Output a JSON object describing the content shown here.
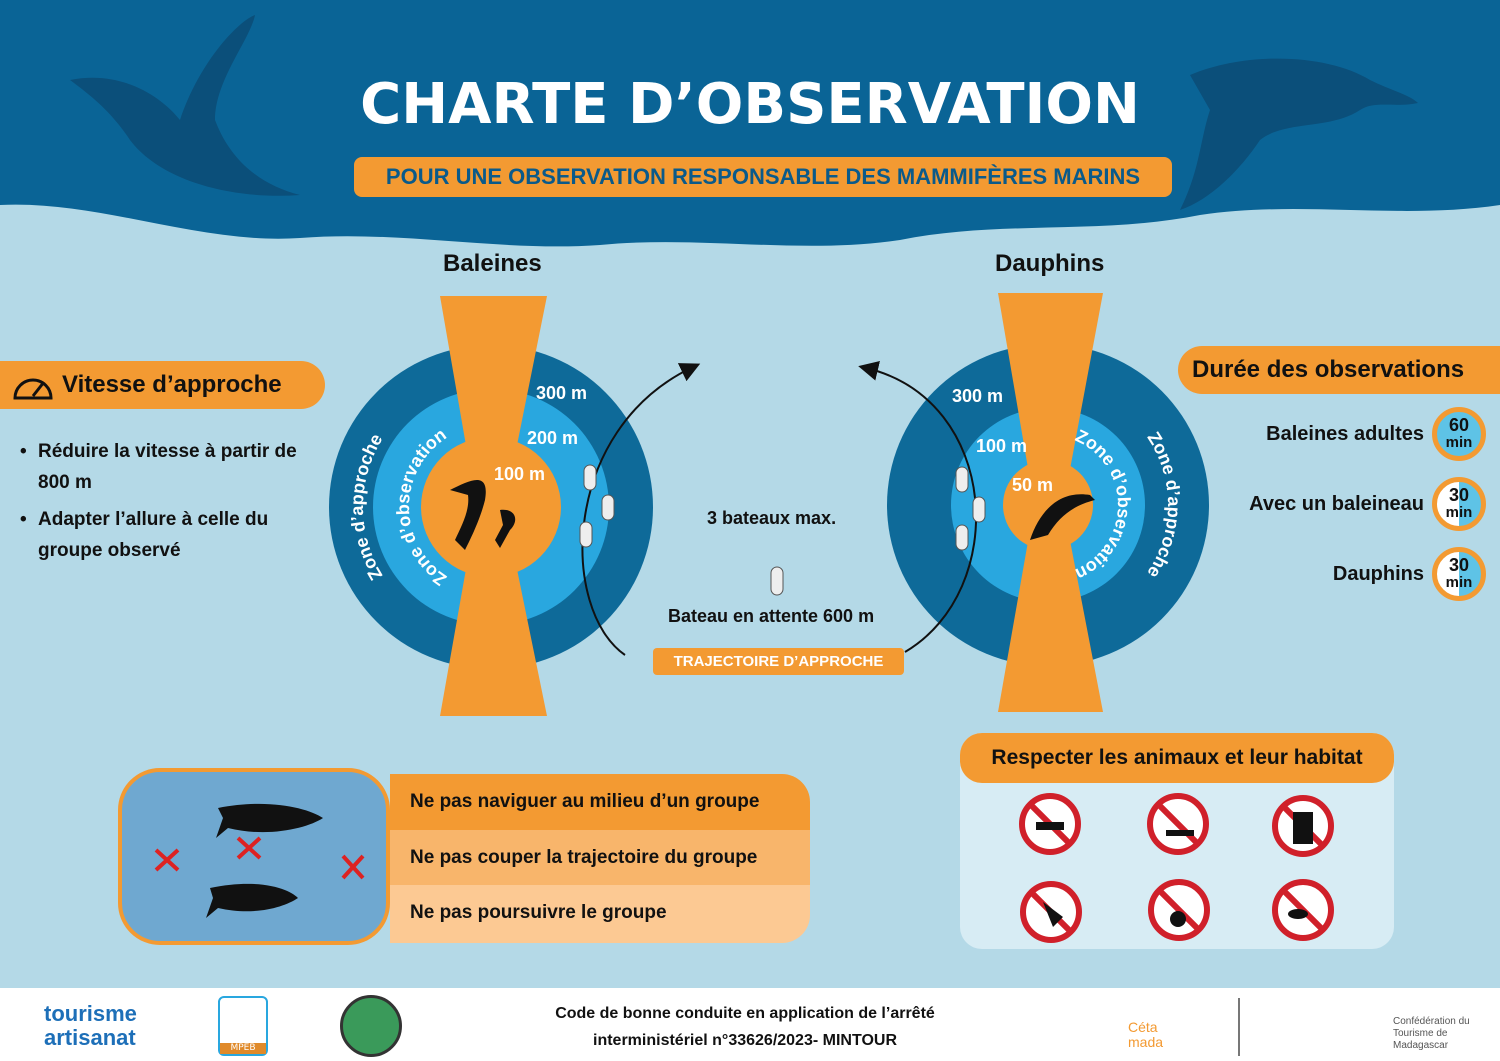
{
  "header": {
    "title": "CHARTE D’OBSERVATION",
    "subtitle": "POUR UNE OBSERVATION RESPONSABLE DES MAMMIFÈRES MARINS"
  },
  "colors": {
    "dark_blue": "#0a6496",
    "ring_blue": "#0e6a99",
    "mid_blue": "#29a7df",
    "orange": "#f39a32",
    "bg": "#b4d9e7"
  },
  "vitesse": {
    "title": "Vitesse d’approche",
    "icon": "speedometer-icon",
    "items": [
      "Réduire la vitesse à partir de 800 m",
      "Adapter l’allure à celle du groupe observé"
    ]
  },
  "baleines": {
    "title": "Baleines",
    "zone_outer": "Zone d’approche",
    "zone_inner": "Zone d’observation",
    "d300": "300 m",
    "d200": "200 m",
    "d100": "100 m"
  },
  "dauphins": {
    "title": "Dauphins",
    "zone_outer": "Zone d’approche",
    "zone_inner": "Zone d’observation",
    "d300": "300 m",
    "d100": "100 m",
    "d50": "50 m"
  },
  "center": {
    "boats_max": "3 bateaux max.",
    "waiting": "Bateau en attente 600 m",
    "trajectory": "TRAJECTOIRE D’APPROCHE"
  },
  "duree": {
    "title": "Durée des observations",
    "rows": [
      {
        "label": "Baleines adultes",
        "value": "60",
        "unit": "min"
      },
      {
        "label": "Avec un baleineau",
        "value": "30",
        "unit": "min"
      },
      {
        "label": "Dauphins",
        "value": "30",
        "unit": "min"
      }
    ]
  },
  "rules": [
    "Ne pas naviguer au milieu d’un groupe",
    "Ne pas couper la trajectoire du groupe",
    "Ne pas poursuivre le groupe"
  ],
  "respect": {
    "title": "Respecter les animaux et leur habitat",
    "icons": [
      "no-swimming-icon",
      "no-jetski-icon",
      "no-touching-icon",
      "no-fishing-icon",
      "no-littering-icon",
      "no-feeding-icon"
    ]
  },
  "footer": {
    "code_line1": "Code de bonne conduite en application de l’arrêté",
    "code_line2": "interministériel n°33626/2023- MINTOUR",
    "logos": {
      "tourisme": "tourisme artisanat",
      "mpeb": "MPEB",
      "cetamada": "Céta mada",
      "confed": "Confédération du Tourisme de Madagascar"
    }
  }
}
